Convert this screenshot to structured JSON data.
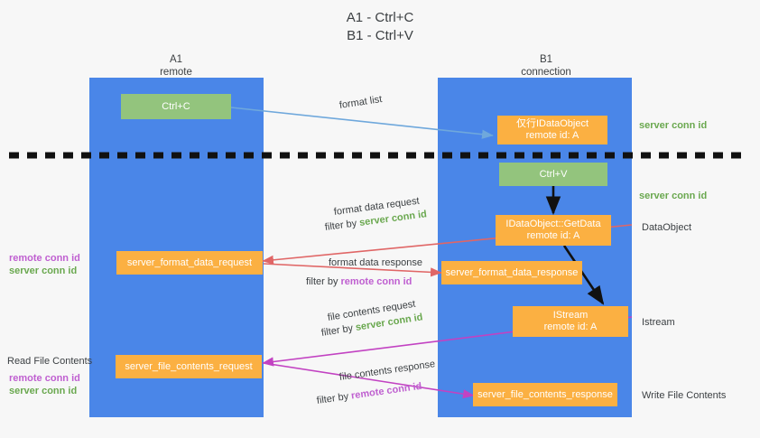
{
  "title": {
    "line1": "A1 - Ctrl+C",
    "line2": "B1 - Ctrl+V"
  },
  "columns": [
    {
      "name": "A1",
      "sub": "remote"
    },
    {
      "name": "B1",
      "sub": "connection"
    }
  ],
  "nodes": {
    "ctrl_c": {
      "label": "Ctrl+C"
    },
    "idataobject": {
      "line1": "仅行IDataObject",
      "line2": "remote id: A"
    },
    "ctrl_v": {
      "label": "Ctrl+V"
    },
    "getdata": {
      "line1": "IDataObject::GetData",
      "line2": "remote id: A"
    },
    "istream": {
      "line1": "IStream",
      "line2": "remote id: A"
    },
    "format_data_request": {
      "label": "server_format_data_request"
    },
    "format_data_response": {
      "label": "server_format_data_response"
    },
    "file_contents_request": {
      "label": "server_file_contents_request"
    },
    "file_contents_response": {
      "label": "server_file_contents_response"
    }
  },
  "edge_labels": {
    "format_list": "format list",
    "format_data_request": "format data request",
    "format_data_request_filter_pre": "filter by ",
    "format_data_request_filter_key": "server conn id",
    "format_data_response": "format data response",
    "format_data_response_filter_pre": "filter by ",
    "format_data_response_filter_key": "remote conn id",
    "file_contents_request": "file contents request",
    "file_contents_request_filter_pre": "filter by ",
    "file_contents_request_filter_key": "server conn id",
    "file_contents_response": "file contents response",
    "file_contents_response_filter_pre": "filter by ",
    "file_contents_response_filter_key": "remote conn id"
  },
  "annotations": {
    "right_server_conn_id_top": "server conn id",
    "right_server_conn_id_mid": "server conn id",
    "right_dataobject": "DataObject",
    "right_istream": "Istream",
    "right_write_file_contents": "Write File Contents",
    "left_remote_conn_id_1": "remote conn id",
    "left_server_conn_id_1": "server conn id",
    "left_read_file_contents": "Read File Contents",
    "left_remote_conn_id_2": "remote conn id",
    "left_server_conn_id_2": "server conn id"
  },
  "colors": {
    "lane": "#4a86e8",
    "green_box": "#93c47d",
    "orange_box": "#fbb042",
    "green_text": "#6aa84f",
    "purple_text": "#bf5fd0",
    "red_arrow": "#e06666",
    "magenta_arrow": "#c242c2",
    "blue_arrow": "#6fa8dc",
    "black_arrow": "#000000",
    "background": "#f7f7f7"
  }
}
